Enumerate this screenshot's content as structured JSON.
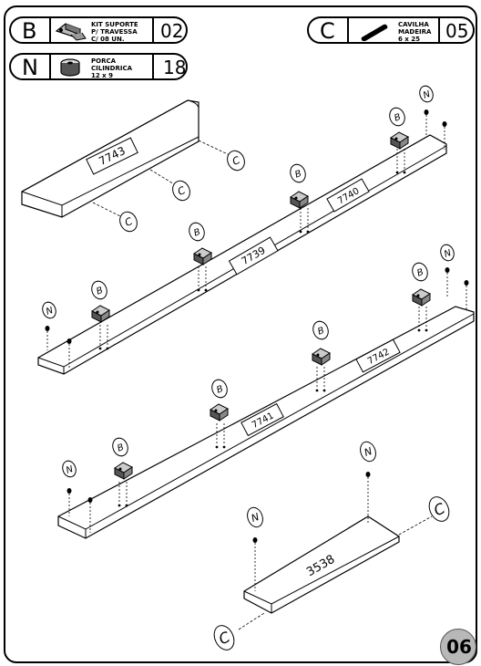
{
  "parts": {
    "b": {
      "letter": "B",
      "desc1": "KIT SUPORTE",
      "desc2": "P/ TRAVESSA",
      "desc3": "C/ 08 UN.",
      "qty": "02",
      "icon": "bracket-kit-icon"
    },
    "c": {
      "letter": "C",
      "desc1": "CAVILHA",
      "desc2": "MADEIRA",
      "desc3": "6 x 25",
      "qty": "05",
      "icon": "wood-dowel-icon"
    },
    "n": {
      "letter": "N",
      "desc1": "PORCA",
      "desc2": "CILINDRICA",
      "desc3": "12 x 9",
      "qty": "18",
      "icon": "cylinder-nut-icon"
    }
  },
  "boards": {
    "top_panel": "7743",
    "rail_upper_left": "7739",
    "rail_upper_right": "7740",
    "rail_lower_left": "7741",
    "rail_lower_right": "7742",
    "short_rail": "3538"
  },
  "callouts": {
    "c": "C",
    "b": "B",
    "n": "N"
  },
  "page_number": "06"
}
